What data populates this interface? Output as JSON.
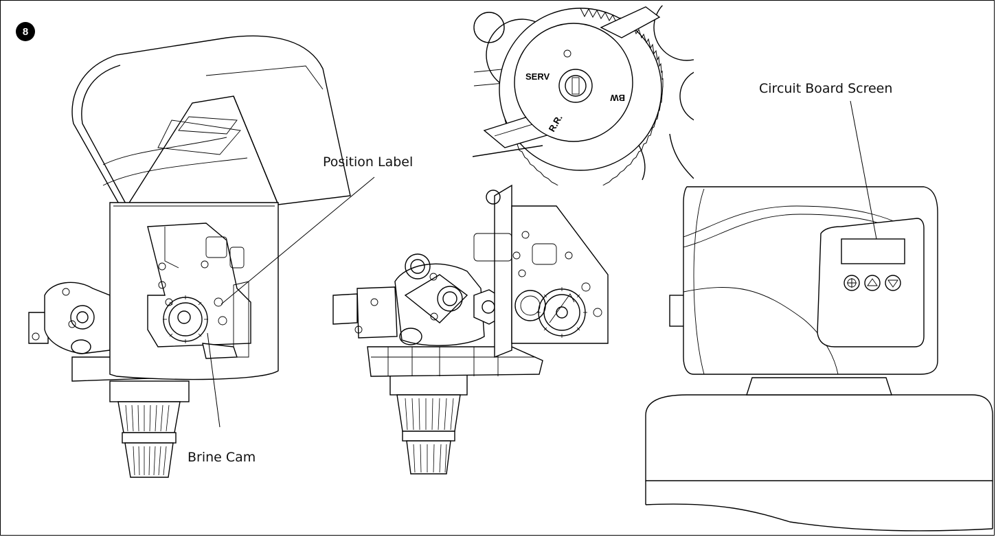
{
  "figure": {
    "step_number": "8",
    "callouts": {
      "position_label": "Position Label",
      "brine_cam": "Brine Cam",
      "circuit_board_screen": "Circuit Board Screen"
    },
    "cam_markings": {
      "serv": "SERV",
      "rr": "R.R.",
      "bw": "BW"
    }
  }
}
